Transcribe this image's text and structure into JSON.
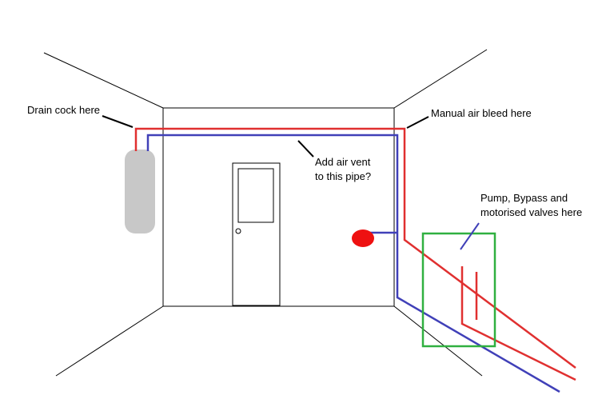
{
  "labels": {
    "drain_cock": "Drain cock here",
    "manual_air_bleed": "Manual air bleed here",
    "air_vent_line1": "Add air vent",
    "air_vent_line2": "to this pipe?",
    "pump_line1": "Pump, Bypass and",
    "pump_line2": "motorised valves here"
  },
  "colors": {
    "flow_pipe": "#e03030",
    "return_pipe": "#4040b8",
    "pump_box": "#30b040",
    "cylinder": "#c8c8c8",
    "boiler": "#ee1111",
    "outline": "#000000"
  }
}
